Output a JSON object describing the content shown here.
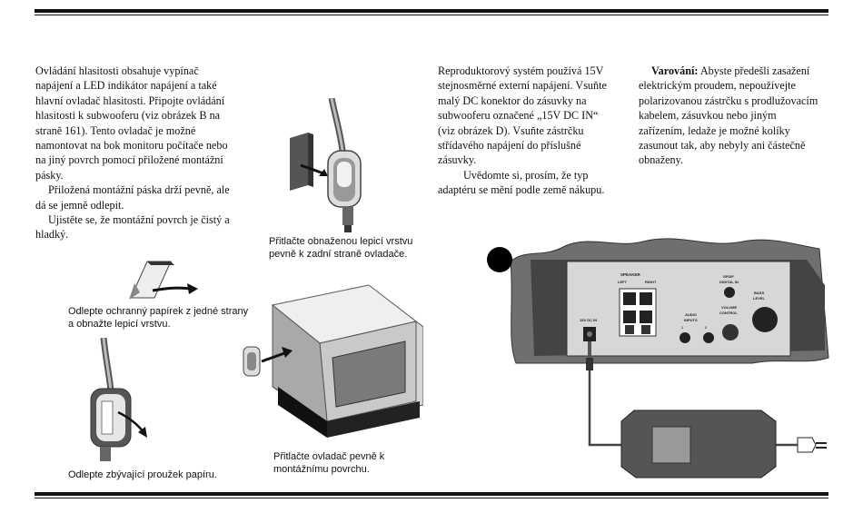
{
  "col1": {
    "p1": "Ovládání hlasitosti  obsahuje vypínač napájení a LED indikátor napájení a také hlavní ovladač hlasitosti. Připojte ovládání hlasitosti k subwooferu (viz obrázek B na straně 161). Tento ovladač je možné namontovat na bok monitoru počítače nebo na jiný povrch pomocí přiložené montážní pásky.",
    "p2": "Přiložená montážní páska drží pevně, ale dá se jemně odlepit.",
    "p3": "Ujistěte se, že montážní povrch je čistý a hladký."
  },
  "col2": {
    "p1": "Reproduktorový systém používá 15V stejnosměrné externí napájení. Vsuňte malý DC konektor do zásuvky na subwooferu označené „15V DC IN“ (viz obrázek D). Vsuňte zástrčku střídavého napájení do příslušné zásuvky.",
    "p2": "Uvědomte si, prosím, že typ adaptéru se mění podle země nákupu."
  },
  "col3": {
    "warn_label": "Varování:",
    "warn_text": " Abyste předešli zasažení elektrickým proudem, nepoužívejte polarizovanou zástrčku s prodlužovacím kabelem, zásuvkou nebo jiným zařízením, ledaže je možné kolíky zasunout tak, aby nebyly ani částečně obnaženy."
  },
  "captions": {
    "press_layer": "Přitlačte obnaženou lepicí vrstvu pevně k zadní straně ovladače.",
    "peel_paper": "Odlepte ochranný papírek z jedné strany a obnažte lepicí vrstvu.",
    "peel_remaining": "Odlepte zbývající proužek papíru.",
    "press_control": "Přitlačte ovladač pevně k montážnímu povrchu."
  },
  "panel": {
    "speaker": "SPEAKER",
    "left": "LEFT",
    "right": "RIGHT",
    "spdif": "SPDIF",
    "digital_in": "DIGITAL IN",
    "bass": "BASS",
    "level": "LEVEL",
    "volume": "VOLUME",
    "control": "CONTROL",
    "audio": "AUDIO",
    "inputs": "INPUTS",
    "dc_in": "15V DC IN",
    "in1": "1",
    "in2": "2"
  },
  "colors": {
    "ink": "#111111",
    "panel": "#6f6f6f",
    "panel_dark": "#3a3a3a"
  }
}
